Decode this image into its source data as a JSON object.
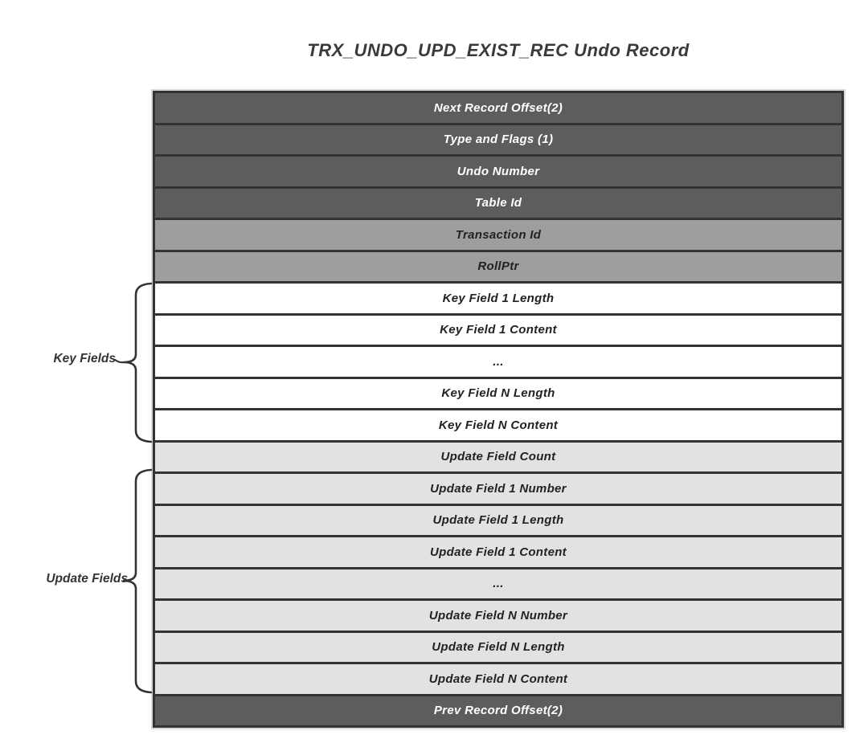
{
  "diagram": {
    "title": "TRX_UNDO_UPD_EXIST_REC Undo Record",
    "rows": [
      {
        "label": "Next Record Offset(2)",
        "tone": "dark"
      },
      {
        "label": "Type and Flags (1)",
        "tone": "dark"
      },
      {
        "label": "Undo Number",
        "tone": "dark"
      },
      {
        "label": "Table Id",
        "tone": "dark"
      },
      {
        "label": "Transaction Id",
        "tone": "medium"
      },
      {
        "label": "RollPtr",
        "tone": "medium"
      },
      {
        "label": "Key Field 1 Length",
        "tone": "white"
      },
      {
        "label": "Key Field 1 Content",
        "tone": "white"
      },
      {
        "label": "...",
        "tone": "white"
      },
      {
        "label": "Key Field N Length",
        "tone": "white"
      },
      {
        "label": "Key Field N Content",
        "tone": "white"
      },
      {
        "label": "Update Field Count",
        "tone": "light"
      },
      {
        "label": "Update Field 1 Number",
        "tone": "light"
      },
      {
        "label": "Update Field 1 Length",
        "tone": "light"
      },
      {
        "label": "Update Field 1 Content",
        "tone": "light"
      },
      {
        "label": "...",
        "tone": "light"
      },
      {
        "label": "Update Field N Number",
        "tone": "light"
      },
      {
        "label": "Update Field N Length",
        "tone": "light"
      },
      {
        "label": "Update Field N Content",
        "tone": "light"
      },
      {
        "label": "Prev Record Offset(2)",
        "tone": "dark"
      }
    ],
    "annotations": {
      "key_fields_label": "Key Fields",
      "update_fields_label": "Update Fields"
    },
    "colors": {
      "row_dark": "#5d5d5d",
      "row_medium": "#9e9e9e",
      "row_white": "#ffffff",
      "row_light": "#e2e2e2",
      "border": "#333333",
      "text_on_dark": "#ffffff",
      "text_on_light": "#222222",
      "title_text": "#3a3a3a",
      "brace_stroke": "#333333"
    }
  }
}
